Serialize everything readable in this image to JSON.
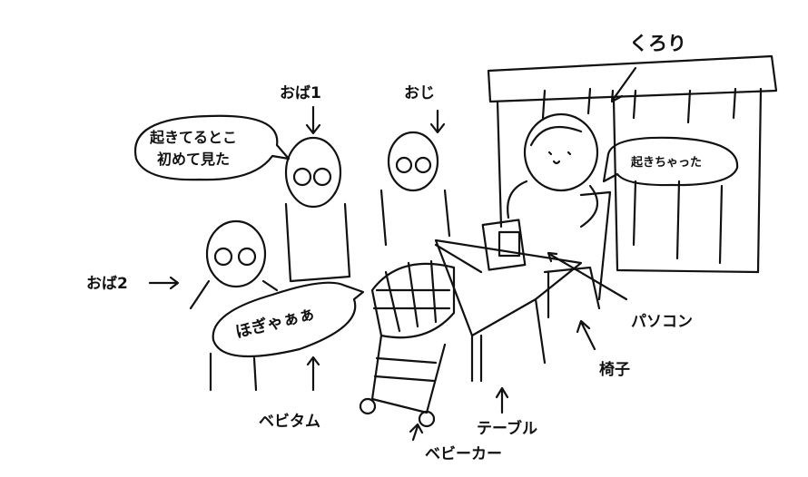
{
  "labels": {
    "kurori": "くろり",
    "oba1": "おば1",
    "oji": "おじ",
    "oba2": "おば2",
    "pc": "パソコン",
    "chair": "椅子",
    "bebitamu": "ベビタム",
    "table": "テーブル",
    "stroller": "ベビーカー"
  },
  "bubbles": {
    "oba1_line1": "起きてるとこ",
    "oba1_line2": "初めて見た",
    "kurori": "起きちゃった",
    "baby": "ほぎゃぁぁ"
  }
}
